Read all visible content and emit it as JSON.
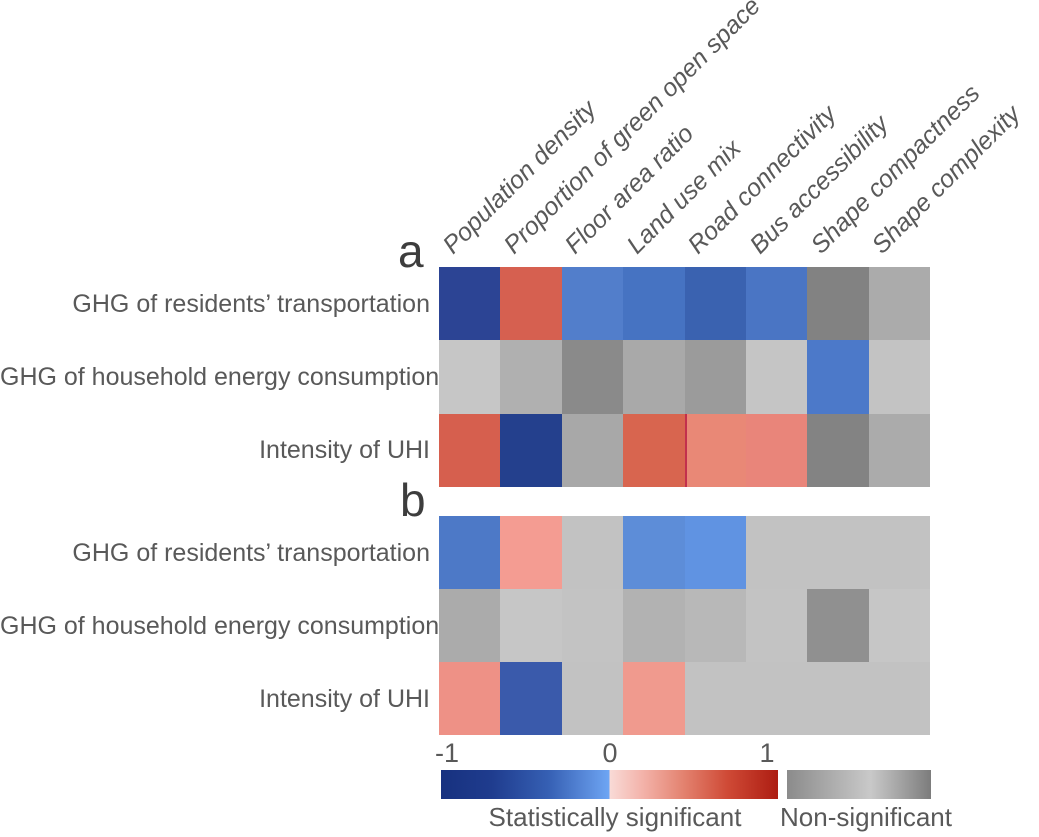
{
  "figure": {
    "background": "#ffffff"
  },
  "columns": [
    "Population density",
    "Proportion of green open space",
    "Floor area ratio",
    "Land use mix",
    "Road connectivity",
    "Bus accessibility",
    "Shape compactness",
    "Shape complexity"
  ],
  "rows": [
    "GHG of residents’ transportation",
    "GHG of household energy consumption",
    "Intensity of UHI"
  ],
  "panels": [
    {
      "label": "a",
      "cell_colors": [
        [
          "#2c4494",
          "#d66050",
          "#527ecb",
          "#4673c2",
          "#3a62b0",
          "#4a75c4",
          "#828282",
          "#ababab"
        ],
        [
          "#c6c6c6",
          "#b0b0b0",
          "#8a8a8a",
          "#a9a9a9",
          "#9b9b9b",
          "#c5c5c5",
          "#4c79c9",
          "#c3c3c3"
        ],
        [
          "#d65f4e",
          "#24408d",
          "#a8a8a8",
          "#d8654f",
          "#e98876",
          "#e9857a",
          "#838383",
          "#ababab"
        ]
      ],
      "divider": {
        "row": 2,
        "col": 4,
        "color": "#c2304d"
      }
    },
    {
      "label": "b",
      "cell_colors": [
        [
          "#4d79c7",
          "#f49c92",
          "#c2c2c2",
          "#5d8dd8",
          "#6093e2",
          "#c2c2c2",
          "#c2c2c2",
          "#c2c2c2"
        ],
        [
          "#ababab",
          "#c6c6c6",
          "#c3c3c3",
          "#b2b2b2",
          "#b8b8b8",
          "#c3c3c3",
          "#909090",
          "#c6c6c6"
        ],
        [
          "#ee9186",
          "#3a5aab",
          "#c2c2c2",
          "#f09a8e",
          "#c2c2c2",
          "#c2c2c2",
          "#c2c2c2",
          "#c2c2c2"
        ]
      ]
    }
  ],
  "legend": {
    "ticks": [
      "-1",
      "0",
      "1"
    ],
    "significant_label": "Statistically significant",
    "nonsignificant_label": "Non-significant",
    "diverging_gradient": [
      "#17317f",
      "#6ea6f4",
      "#f9dbd7",
      "#ad1d12"
    ],
    "gray_gradient": [
      "#8b8b8b",
      "#c9c9c9",
      "#7c7c7c"
    ]
  },
  "chart_data": {
    "type": "heatmap",
    "title": "",
    "x_labels": [
      "Population density",
      "Proportion of green open space",
      "Floor area ratio",
      "Land use mix",
      "Road connectivity",
      "Bus accessibility",
      "Shape compactness",
      "Shape complexity"
    ],
    "y_labels": [
      "GHG of residents’ transportation",
      "GHG of household energy consumption",
      "Intensity of UHI"
    ],
    "value_range": [
      -1,
      1
    ],
    "legend_position": "bottom",
    "encoding": "blue-red diverging color = statistically significant correlation (-1 to 1); gray shade = non-significant",
    "panels": [
      {
        "label": "a",
        "significant": [
          [
            true,
            true,
            true,
            true,
            true,
            true,
            false,
            false
          ],
          [
            false,
            false,
            false,
            false,
            false,
            false,
            true,
            false
          ],
          [
            true,
            true,
            false,
            true,
            true,
            true,
            false,
            false
          ]
        ],
        "estimated_r": [
          [
            -0.85,
            0.75,
            -0.55,
            -0.62,
            -0.72,
            -0.6,
            null,
            null
          ],
          [
            null,
            null,
            null,
            null,
            null,
            null,
            -0.58,
            null
          ],
          [
            0.75,
            -0.88,
            null,
            0.73,
            0.45,
            0.45,
            null,
            null
          ]
        ],
        "estimated_abs_r_nonsignificant": [
          [
            null,
            null,
            null,
            null,
            null,
            null,
            0.55,
            0.3
          ],
          [
            0.1,
            0.3,
            0.55,
            0.35,
            0.45,
            0.1,
            null,
            0.12
          ],
          [
            null,
            null,
            0.3,
            null,
            null,
            null,
            0.52,
            0.3
          ]
        ]
      },
      {
        "label": "b",
        "significant": [
          [
            true,
            true,
            false,
            true,
            true,
            false,
            false,
            false
          ],
          [
            false,
            false,
            false,
            false,
            false,
            false,
            false,
            false
          ],
          [
            true,
            true,
            false,
            true,
            false,
            false,
            false,
            false
          ]
        ],
        "estimated_r": [
          [
            -0.58,
            0.35,
            null,
            -0.45,
            -0.42,
            null,
            null,
            null
          ],
          [
            null,
            null,
            null,
            null,
            null,
            null,
            null,
            null
          ],
          [
            0.4,
            -0.68,
            null,
            0.35,
            null,
            null,
            null,
            null
          ]
        ],
        "estimated_abs_r_nonsignificant": [
          [
            null,
            null,
            0.12,
            null,
            null,
            0.1,
            0.1,
            0.1
          ],
          [
            0.35,
            0.1,
            0.12,
            0.28,
            0.22,
            0.12,
            0.45,
            0.1
          ],
          [
            null,
            null,
            0.1,
            null,
            0.1,
            0.1,
            0.1,
            0.1
          ]
        ]
      }
    ]
  }
}
